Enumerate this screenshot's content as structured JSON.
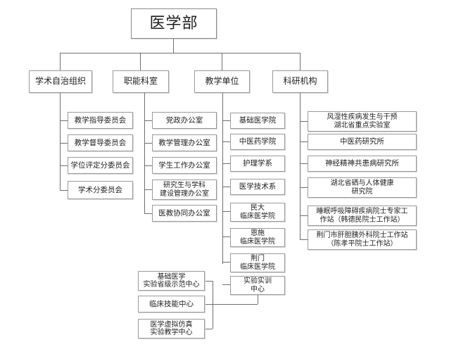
{
  "chart_data": {
    "type": "diagram",
    "title": "医学部",
    "diagram_kind": "organization-chart",
    "orientation": "top-down-then-left-rail",
    "root": "医学部",
    "level2": [
      "学术自治组织",
      "职能科室",
      "教学单位",
      "科研机构"
    ],
    "groups": [
      {
        "parent": "学术自治组织",
        "children": [
          "教学指导委员会",
          "教学督导委员会",
          "学位评定分委员会",
          "学术分委员会"
        ]
      },
      {
        "parent": "职能科室",
        "children": [
          "党政办公室",
          "教学管理办公室",
          "学生工作办公室",
          "研究生与学科\n建设管理办公室",
          "医教协同办公室"
        ]
      },
      {
        "parent": "教学单位",
        "children": [
          "基础医学院",
          "中医药学院",
          "护理学系",
          "医学技术系",
          "民大\n临床医学院",
          "恩施\n临床医学院",
          "荆门\n临床医学院",
          "实验实训\n中心"
        ]
      },
      {
        "parent": "科研机构",
        "children": [
          "风湿性疾病发生与干预\n湖北省重点实验室",
          "中医药研究所",
          "神经精神共患病研究所",
          "湖北省硒与人体健康\n研究院",
          "睡眠呼吸障碍疾病院士专家工\n作站（韩德民院士工作站）",
          "荆门市肝胆胰外科院士工作站\n（陈孝平院士工作站）"
        ]
      },
      {
        "parent": "实验实训\n中心",
        "children": [
          "基础医学\n实验省级示范中心",
          "临床技能中心",
          "医学虚拟仿真\n实验教学中心"
        ]
      }
    ]
  },
  "root": {
    "label": "医学部"
  },
  "level2": {
    "academic": "学术自治组织",
    "functional": "职能科室",
    "teaching": "教学单位",
    "research": "科研机构"
  },
  "col1": {
    "items": [
      {
        "label": "教学指导委员会"
      },
      {
        "label": "教学督导委员会"
      },
      {
        "label": "学位评定分委员会"
      },
      {
        "label": "学术分委员会"
      }
    ]
  },
  "col2": {
    "items": [
      {
        "label": "党政办公室"
      },
      {
        "label": "教学管理办公室"
      },
      {
        "label": "学生工作办公室"
      },
      {
        "label": "研究生与学科\n建设管理办公室"
      },
      {
        "label": "医教协同办公室"
      }
    ]
  },
  "col3": {
    "items": [
      {
        "label": "基础医学院"
      },
      {
        "label": "中医药学院"
      },
      {
        "label": "护理学系"
      },
      {
        "label": "医学技术系"
      },
      {
        "label": "民大\n临床医学院"
      },
      {
        "label": "恩施\n临床医学院"
      },
      {
        "label": "荆门\n临床医学院"
      },
      {
        "label": "实验实训\n中心"
      }
    ]
  },
  "col4": {
    "items": [
      {
        "label": "风湿性疾病发生与干预\n湖北省重点实验室"
      },
      {
        "label": "中医药研究所"
      },
      {
        "label": "神经精神共患病研究所"
      },
      {
        "label": "湖北省硒与人体健康\n研究院"
      },
      {
        "label": "睡眠呼吸障碍疾病院士专家工\n作站（韩德民院士工作站）"
      },
      {
        "label": "荆门市肝胆胰外科院士工作站\n（陈孝平院士工作站）"
      }
    ]
  },
  "bottom": {
    "items": [
      {
        "label": "基础医学\n实验省级示范中心"
      },
      {
        "label": "临床技能中心"
      },
      {
        "label": "医学虚拟仿真\n实验教学中心"
      }
    ]
  },
  "colors": {
    "box_border": "#9a9a9a",
    "connector": "#6f6f6f",
    "text": "#1f1f1f",
    "background": "#ffffff"
  }
}
